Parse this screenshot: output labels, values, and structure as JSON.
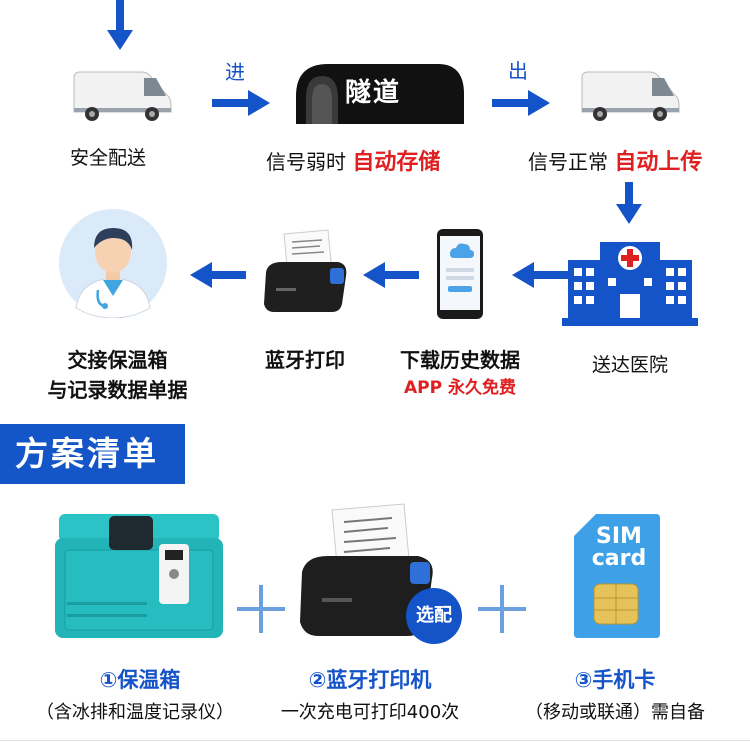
{
  "flow": {
    "enter_label": "进",
    "exit_label": "出",
    "tunnel_label": "隧道",
    "safe_delivery": "安全配送",
    "weak_signal_prefix": "信号弱时",
    "weak_signal_action": "自动存储",
    "normal_signal_prefix": "信号正常",
    "normal_signal_action": "自动上传",
    "hospital": "送达医院",
    "download": "下载历史数据",
    "app_free": "APP 永久免费",
    "bt_print": "蓝牙打印",
    "handover_line1": "交接保温箱",
    "handover_line2": "与记录数据单据"
  },
  "plan": {
    "header": "方案清单",
    "optional_badge": "选配",
    "items": [
      {
        "title": "①保温箱",
        "subtitle": "（含冰排和温度记录仪）"
      },
      {
        "title": "②蓝牙打印机",
        "subtitle": "一次充电可打印400次"
      },
      {
        "title": "③手机卡",
        "subtitle": "（移动或联通）需自备"
      }
    ],
    "sim_line1": "SIM",
    "sim_line2": "card"
  },
  "colors": {
    "accent_blue": "#1453c8",
    "highlight_red": "#e02020",
    "box_teal": "#2bc3c6"
  }
}
